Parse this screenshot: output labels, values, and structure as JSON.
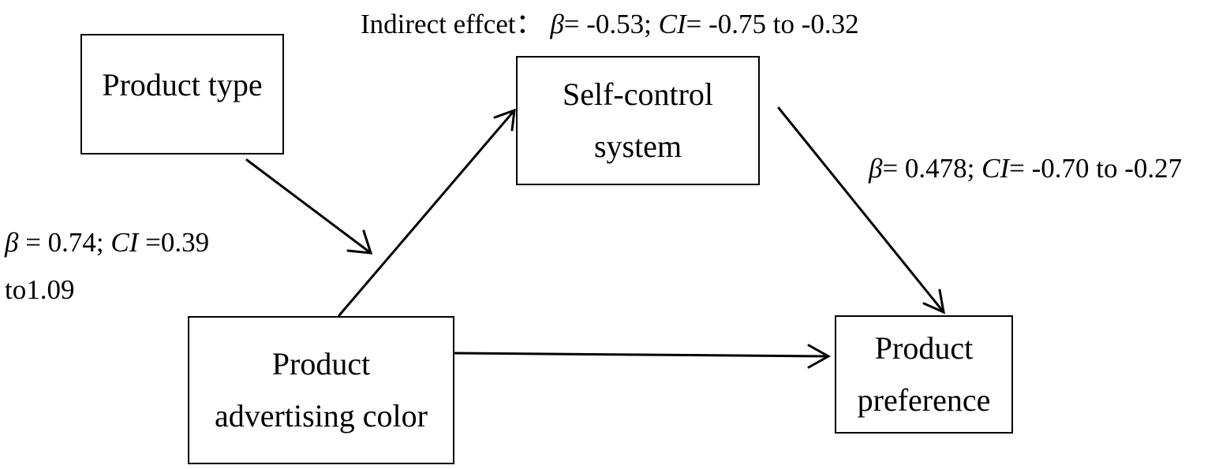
{
  "nodes": {
    "product_type": {
      "lines": [
        "Product type"
      ]
    },
    "self_control": {
      "lines": [
        "Self-control",
        "system"
      ]
    },
    "advertising_color": {
      "lines": [
        "Product",
        "advertising color"
      ]
    },
    "preference": {
      "lines": [
        "Product",
        "preference"
      ]
    }
  },
  "labels": {
    "indirect": {
      "prefix": "Indirect effcet：",
      "beta_sym": "β",
      "beta_val": "= -0.53;",
      "ci_sym": "CI",
      "ci_val": "= -0.75 to -0.32"
    },
    "moderation": {
      "beta_sym": "β",
      "beta_val": "= 0.74;",
      "ci_sym": "CI",
      "ci_val": "=0.39",
      "line2": "to1.09"
    },
    "path_b": {
      "beta_sym": "β",
      "beta_val": "= 0.478;",
      "ci_sym": "CI",
      "ci_val": "= -0.70 to -0.27"
    }
  }
}
